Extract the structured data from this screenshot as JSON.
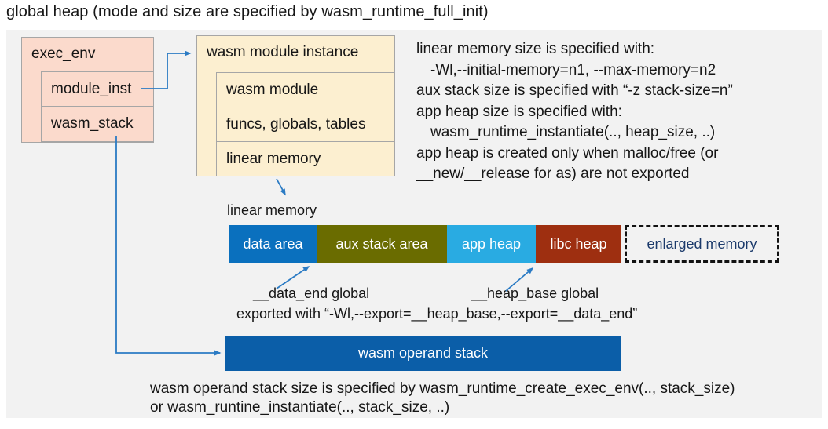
{
  "title": "global heap (mode and size are specified by wasm_runtime_full_init)",
  "exec_env": {
    "title": "exec_env",
    "rows": [
      "module_inst",
      "wasm_stack"
    ]
  },
  "module_instance": {
    "title": "wasm module instance",
    "rows": [
      "wasm module",
      "funcs, globals, tables",
      "linear memory"
    ]
  },
  "right_notes": {
    "lines": [
      "linear memory size is specified with:",
      "-Wl,--initial-memory=n1, --max-memory=n2",
      "aux stack size is specified with “-z stack-size=n”",
      "app heap size is specified with:",
      "wasm_runtime_instantiate(.., heap_size, ..)",
      "app heap is created only when malloc/free (or",
      "__new/__release for as) are not exported"
    ]
  },
  "linear_memory": {
    "label": "linear memory",
    "segments": [
      {
        "label": "data area",
        "fill": "#0a70be",
        "text": "#ffffff"
      },
      {
        "label": "aux stack area",
        "fill": "#6a6c00",
        "text": "#ffffff"
      },
      {
        "label": "app heap",
        "fill": "#29abe2",
        "text": "#ffffff"
      },
      {
        "label": "libc heap",
        "fill": "#9e2f10",
        "text": "#ffffff"
      },
      {
        "label": "enlarged memory",
        "fill": "#f2f2f2",
        "text": "#1b3a6b"
      }
    ]
  },
  "annotations": {
    "data_end": "__data_end global",
    "heap_base": "__heap_base global",
    "exported": "exported with “-Wl,--export=__heap_base,--export=__data_end”"
  },
  "operand_stack": {
    "label": "wasm operand stack",
    "note_line1": "wasm operand stack size is specified by wasm_runtime_create_exec_env(.., stack_size)",
    "note_line2": "or wasm_runtine_instantiate(.., stack_size, ..)"
  },
  "colors": {
    "panel_bg": "#f2f2f2",
    "exec_env_fill": "#fbdacc",
    "module_instance_fill": "#fcefd0",
    "box_border": "#a6a6a6",
    "connector_blue": "#2b7bc4",
    "data_area_fill": "#0a70be",
    "aux_stack_fill": "#6a6c00",
    "app_heap_fill": "#29abe2",
    "libc_heap_fill": "#9e2f10",
    "operand_stack_fill": "#0b5ea8",
    "enlarged_memory_text": "#1b3a6b"
  }
}
